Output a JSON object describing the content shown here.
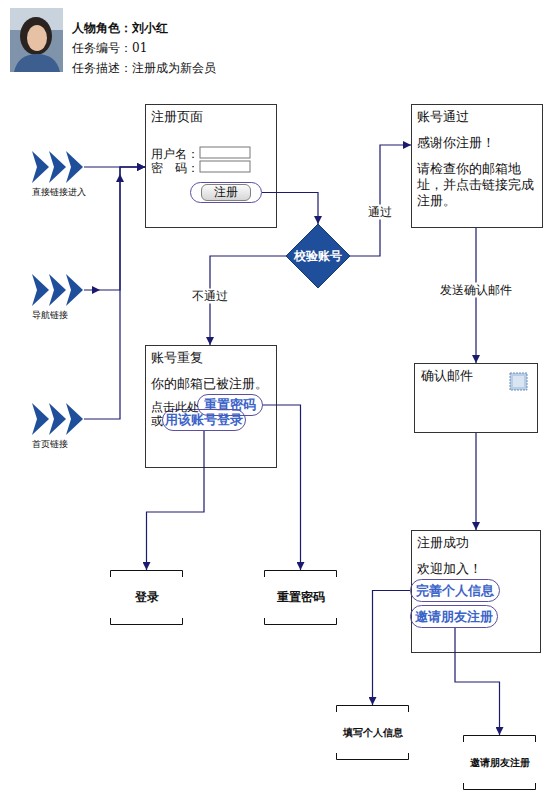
{
  "diagram": {
    "nodes": [
      {
        "text": [
          "注册页面",
          "用户名：",
          "密　码："
        ]
      },
      {
        "text": [
          "注册"
        ],
        "in": 0
      },
      {
        "text": [
          "直接链接进入"
        ]
      },
      {
        "text": [
          "导航链接"
        ]
      },
      {
        "text": [
          "首页链接"
        ]
      },
      {
        "text": [
          "校验账号"
        ]
      },
      {
        "text": [
          "账号通过",
          "感谢你注册！",
          "请检查你的邮箱地址，并点击链接完成注册。"
        ]
      },
      {
        "text": [
          "账号重复",
          "你的邮箱已被注册。",
          "点击此处",
          "或"
        ]
      },
      {
        "text": [
          "重置密码"
        ],
        "in": 7
      },
      {
        "text": [
          "用该账号登录"
        ],
        "in": 7
      },
      {
        "text": [
          "确认邮件"
        ]
      },
      {
        "text": [
          "注册成功",
          "欢迎加入！"
        ]
      },
      {
        "text": [
          "完善个人信息"
        ],
        "in": 11
      },
      {
        "text": [
          "邀请朋友注册"
        ],
        "in": 11
      },
      {
        "text": [
          "登录"
        ]
      },
      {
        "text": [
          "重置密码"
        ]
      },
      {
        "text": [
          "填写个人信息"
        ]
      },
      {
        "text": [
          "邀请朋友注册"
        ]
      }
    ],
    "edges": [
      {
        "from": 2,
        "to": 0,
        "arrow": "to"
      },
      {
        "from": 3,
        "to": 0,
        "arrow": "to"
      },
      {
        "from": 4,
        "to": 0,
        "arrow": "to"
      },
      {
        "from": 1,
        "to": 5,
        "arrow": "to"
      },
      {
        "from": 5,
        "to": 6,
        "label": "通过",
        "arrow": "to"
      },
      {
        "from": 5,
        "to": 7,
        "label": "不通过",
        "arrow": "to"
      },
      {
        "from": 6,
        "to": 10,
        "label": "发送确认邮件",
        "arrow": "to"
      },
      {
        "from": 10,
        "to": 11,
        "arrow": "to"
      },
      {
        "from": 8,
        "to": 15,
        "arrow": "to"
      },
      {
        "from": 9,
        "to": 14,
        "arrow": "to"
      },
      {
        "from": 12,
        "to": 16,
        "arrow": "to"
      },
      {
        "from": 13,
        "to": 17,
        "arrow": "to"
      }
    ],
    "labels": [
      "人物角色：刘小红",
      "任务编号：01",
      "任务描述：注册成为新会员"
    ]
  }
}
